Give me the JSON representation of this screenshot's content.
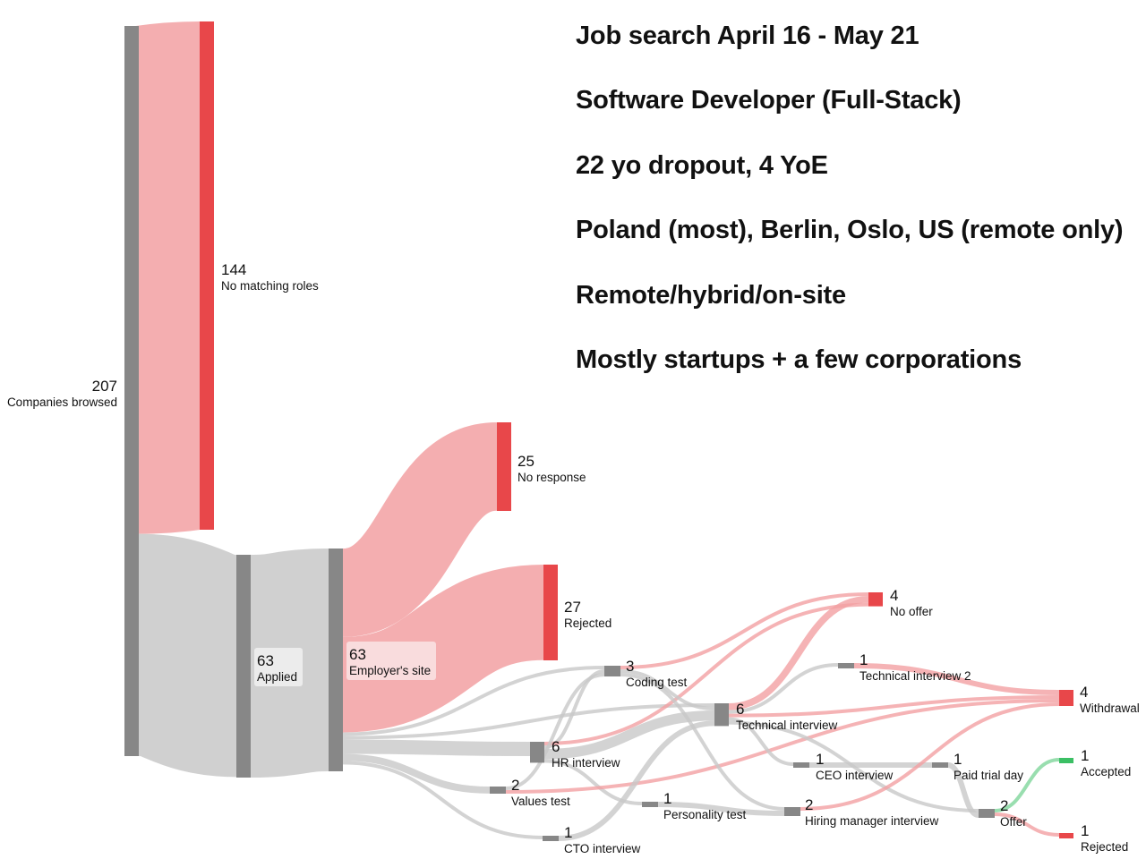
{
  "headline": [
    "Job search April 16 - May 21",
    "Software Developer (Full-Stack)",
    "22 yo dropout, 4 YoE",
    "Poland (most), Berlin, Oslo, US (remote only)",
    "Remote/hybrid/on-site",
    "Mostly startups + a few corporations"
  ],
  "colors": {
    "neutral_node": "#878787",
    "negative_node": "#e8474a",
    "positive_node": "#3bbf64",
    "neutral_flow": "#c8c8c8",
    "negative_flow": "#f2a0a2",
    "positive_flow": "#7fd69b"
  },
  "chart_data": {
    "type": "sankey",
    "nodes": [
      {
        "id": "browsed",
        "name": "Companies browsed",
        "value": 207,
        "kind": "neutral"
      },
      {
        "id": "nomatch",
        "name": "No matching roles",
        "value": 144,
        "kind": "negative"
      },
      {
        "id": "applied",
        "name": "Applied",
        "value": 63,
        "kind": "neutral"
      },
      {
        "id": "site",
        "name": "Employer's site",
        "value": 63,
        "kind": "neutral"
      },
      {
        "id": "noresp",
        "name": "No response",
        "value": 25,
        "kind": "negative"
      },
      {
        "id": "rej1",
        "name": "Rejected",
        "value": 27,
        "kind": "negative"
      },
      {
        "id": "hr",
        "name": "HR interview",
        "value": 6,
        "kind": "neutral"
      },
      {
        "id": "values",
        "name": "Values test",
        "value": 2,
        "kind": "neutral"
      },
      {
        "id": "cto",
        "name": "CTO interview",
        "value": 1,
        "kind": "neutral"
      },
      {
        "id": "coding",
        "name": "Coding test",
        "value": 3,
        "kind": "neutral"
      },
      {
        "id": "personality",
        "name": "Personality test",
        "value": 1,
        "kind": "neutral"
      },
      {
        "id": "tech",
        "name": "Technical interview",
        "value": 6,
        "kind": "neutral"
      },
      {
        "id": "nooffer",
        "name": "No offer",
        "value": 4,
        "kind": "negative"
      },
      {
        "id": "tech2",
        "name": "Technical interview 2",
        "value": 1,
        "kind": "neutral"
      },
      {
        "id": "ceo",
        "name": "CEO interview",
        "value": 1,
        "kind": "neutral"
      },
      {
        "id": "hm",
        "name": "Hiring manager interview",
        "value": 2,
        "kind": "neutral"
      },
      {
        "id": "trial",
        "name": "Paid trial day",
        "value": 1,
        "kind": "neutral"
      },
      {
        "id": "offer",
        "name": "Offer",
        "value": 2,
        "kind": "neutral"
      },
      {
        "id": "withdrawal",
        "name": "Withdrawal",
        "value": 4,
        "kind": "negative"
      },
      {
        "id": "accepted",
        "name": "Accepted",
        "value": 1,
        "kind": "positive"
      },
      {
        "id": "rej2",
        "name": "Rejected",
        "value": 1,
        "kind": "negative"
      }
    ],
    "links": [
      {
        "source": "browsed",
        "target": "nomatch",
        "value": 144
      },
      {
        "source": "browsed",
        "target": "applied",
        "value": 63
      },
      {
        "source": "applied",
        "target": "site",
        "value": 63
      },
      {
        "source": "site",
        "target": "noresp",
        "value": 25
      },
      {
        "source": "site",
        "target": "rej1",
        "value": 27
      },
      {
        "source": "site",
        "target": "coding",
        "value": 1
      },
      {
        "source": "site",
        "target": "tech",
        "value": 1
      },
      {
        "source": "site",
        "target": "hr",
        "value": 6
      },
      {
        "source": "site",
        "target": "values",
        "value": 2
      },
      {
        "source": "site",
        "target": "cto",
        "value": 1
      },
      {
        "source": "hr",
        "target": "coding",
        "value": 1
      },
      {
        "source": "hr",
        "target": "tech",
        "value": 3
      },
      {
        "source": "hr",
        "target": "nooffer",
        "value": 1
      },
      {
        "source": "hr",
        "target": "personality",
        "value": 1
      },
      {
        "source": "values",
        "target": "coding",
        "value": 1
      },
      {
        "source": "values",
        "target": "withdrawal",
        "value": 1
      },
      {
        "source": "cto",
        "target": "tech",
        "value": 1
      },
      {
        "source": "coding",
        "target": "nooffer",
        "value": 1
      },
      {
        "source": "coding",
        "target": "tech",
        "value": 1
      },
      {
        "source": "coding",
        "target": "hm",
        "value": 1
      },
      {
        "source": "personality",
        "target": "hm",
        "value": 1
      },
      {
        "source": "tech",
        "target": "nooffer",
        "value": 2
      },
      {
        "source": "tech",
        "target": "tech2",
        "value": 1
      },
      {
        "source": "tech",
        "target": "withdrawal",
        "value": 1
      },
      {
        "source": "tech",
        "target": "ceo",
        "value": 1
      },
      {
        "source": "tech",
        "target": "offer",
        "value": 1
      },
      {
        "source": "tech2",
        "target": "withdrawal",
        "value": 1
      },
      {
        "source": "ceo",
        "target": "trial",
        "value": 1
      },
      {
        "source": "trial",
        "target": "offer",
        "value": 1
      },
      {
        "source": "hm",
        "target": "withdrawal",
        "value": 1
      },
      {
        "source": "offer",
        "target": "accepted",
        "value": 1
      },
      {
        "source": "offer",
        "target": "rej2",
        "value": 1
      }
    ]
  }
}
